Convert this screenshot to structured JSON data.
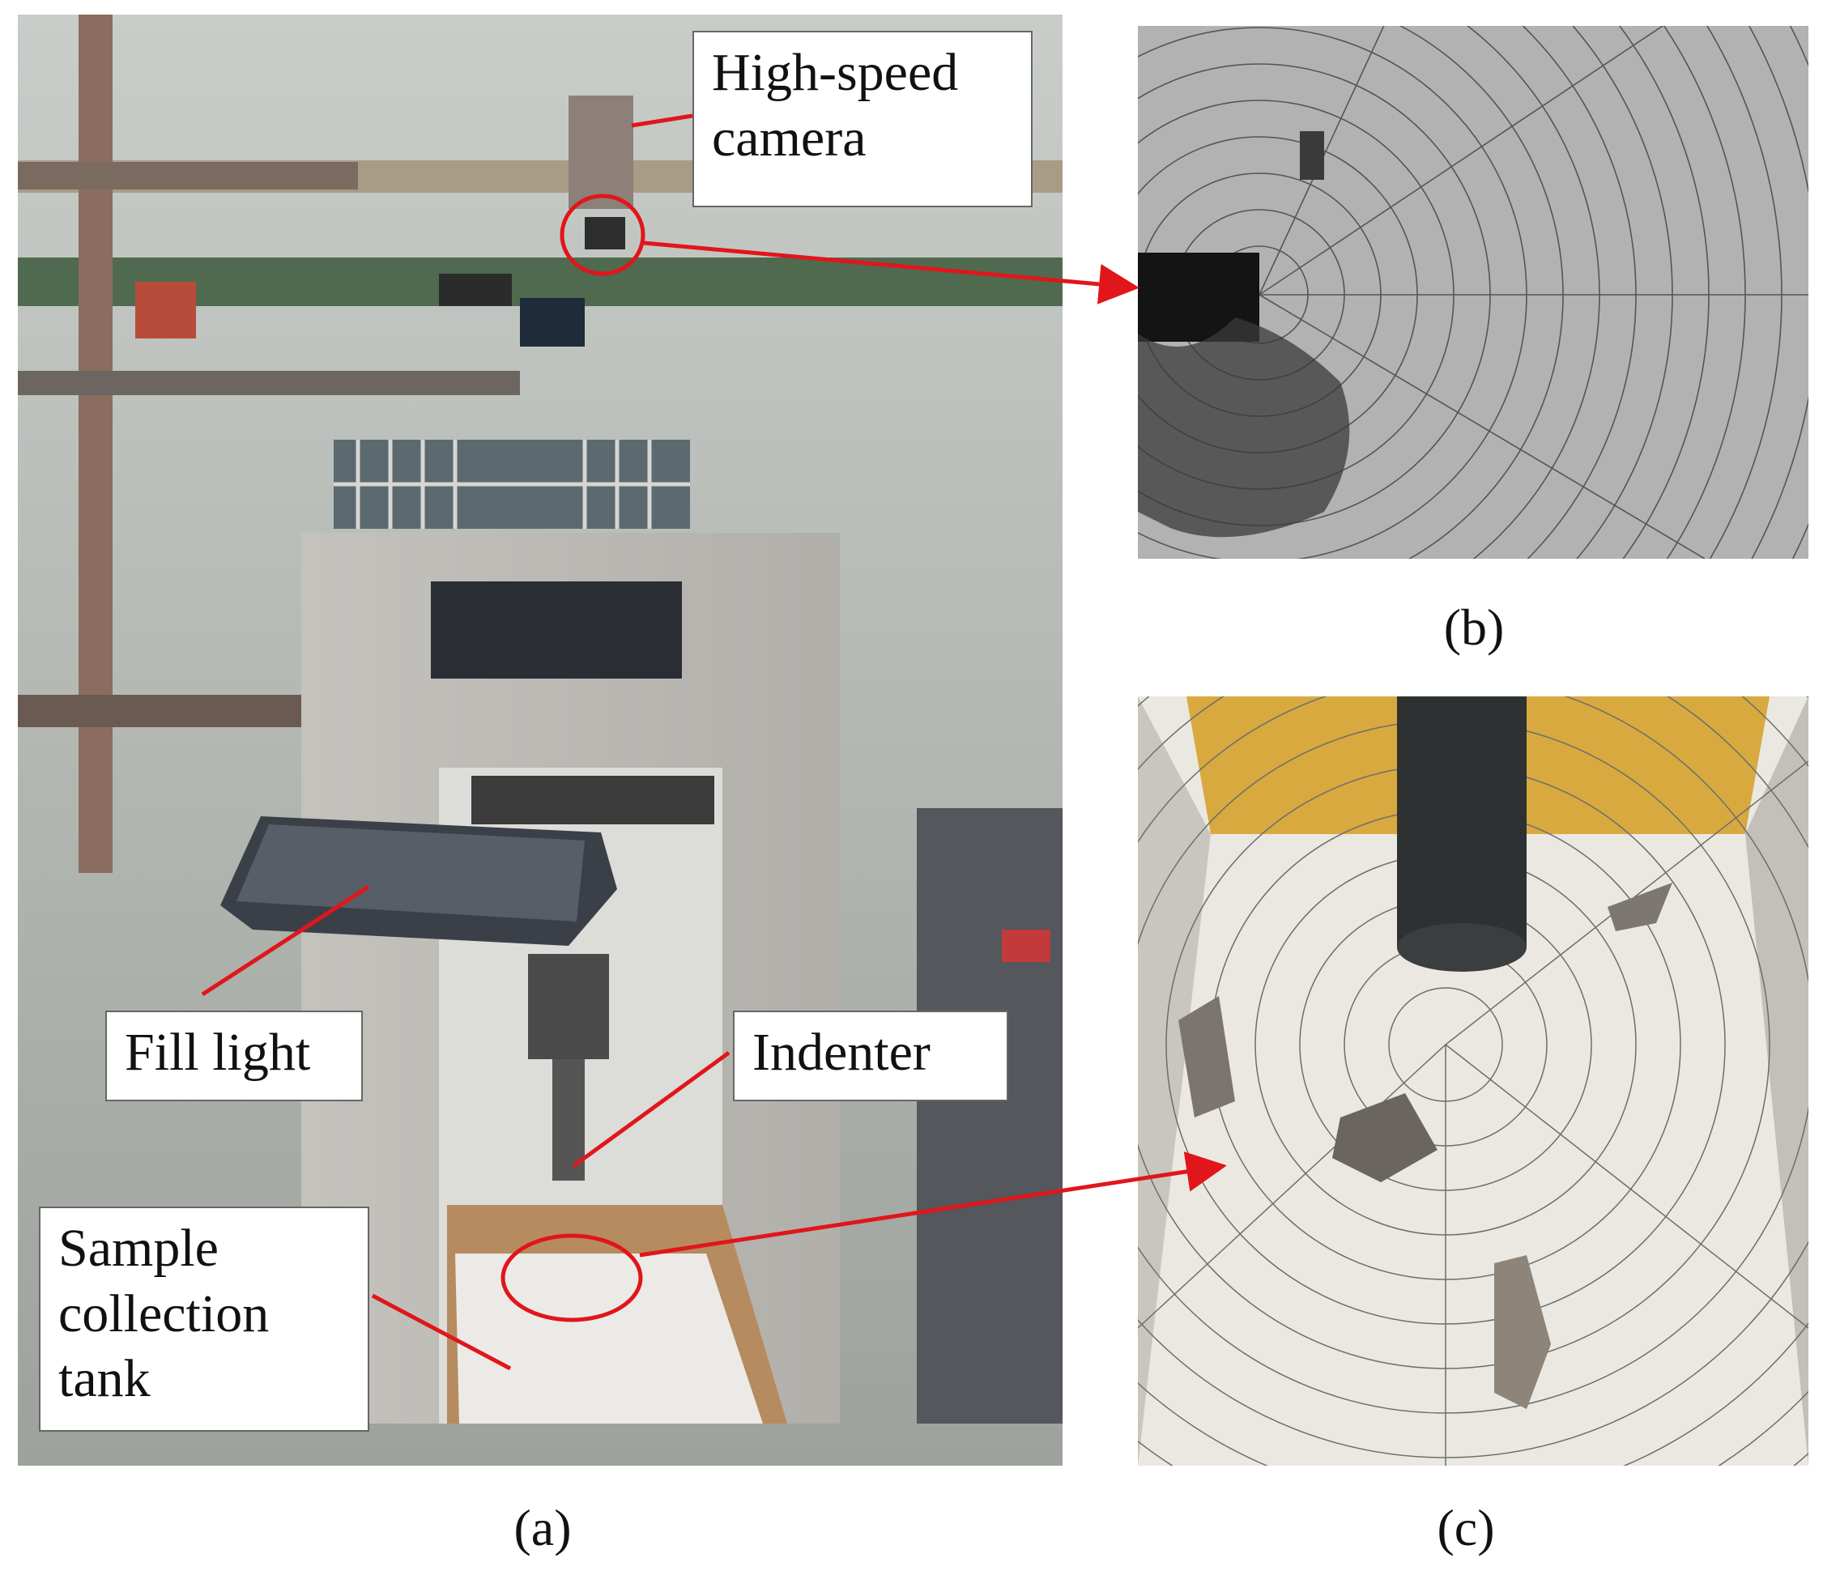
{
  "labels": {
    "camera": "High-speed camera",
    "fill_light": "Fill light",
    "indenter": "Indenter",
    "tank": "Sample collection tank"
  },
  "captions": {
    "a": "(a)",
    "b": "(b)",
    "c": "(c)"
  },
  "colors": {
    "annotation": "#e0161b",
    "panel_background": "#ffffff"
  }
}
